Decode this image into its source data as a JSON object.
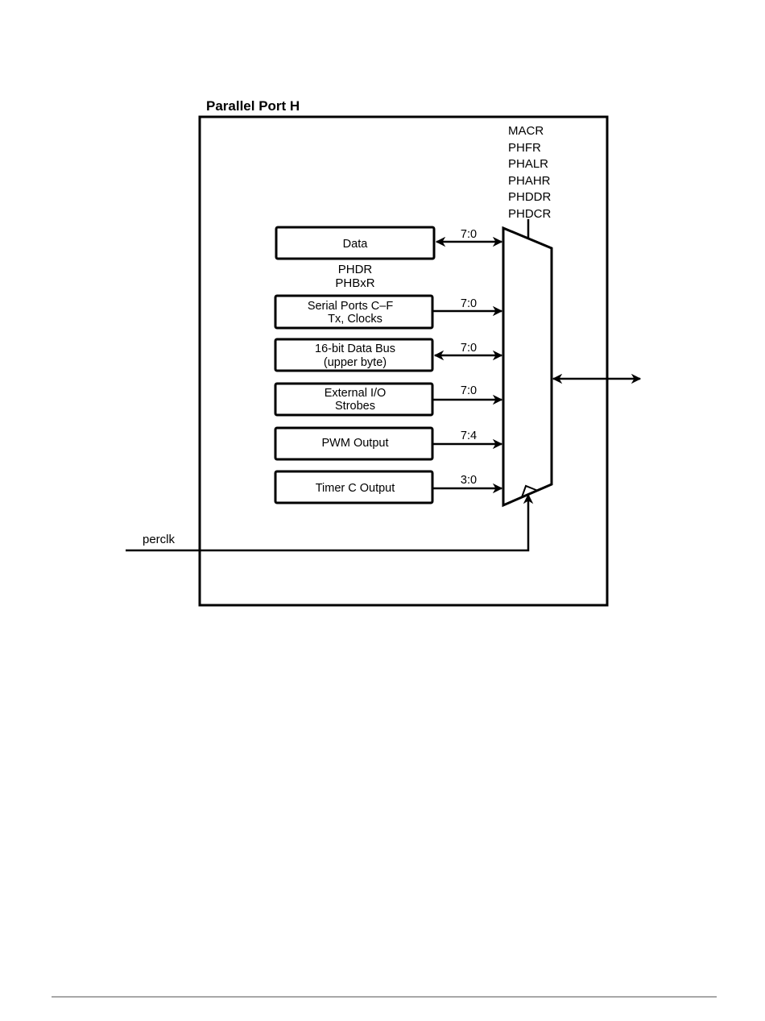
{
  "diagram": {
    "title": "Parallel Port H",
    "control_registers": [
      "MACR",
      "PHFR",
      "PHALR",
      "PHAHR",
      "PHDDR",
      "PHDCR"
    ],
    "data_registers": [
      "PHDR",
      "PHBxR"
    ],
    "blocks": [
      {
        "lines": [
          "Data"
        ],
        "bits": "7:0",
        "direction": "bidirectional"
      },
      {
        "lines": [
          "Serial Ports C–F",
          "Tx, Clocks"
        ],
        "bits": "7:0",
        "direction": "in"
      },
      {
        "lines": [
          "16-bit Data Bus",
          "(upper byte)"
        ],
        "bits": "7:0",
        "direction": "bidirectional"
      },
      {
        "lines": [
          "External I/O",
          "Strobes"
        ],
        "bits": "7:0",
        "direction": "in"
      },
      {
        "lines": [
          "PWM Output"
        ],
        "bits": "7:4",
        "direction": "in"
      },
      {
        "lines": [
          "Timer C Output"
        ],
        "bits": "3:0",
        "direction": "in"
      }
    ],
    "clock_label": "perclk",
    "output_direction": "bidirectional",
    "colors": {
      "stroke": "#000000",
      "footer_rule": "#a8a8a8"
    }
  }
}
